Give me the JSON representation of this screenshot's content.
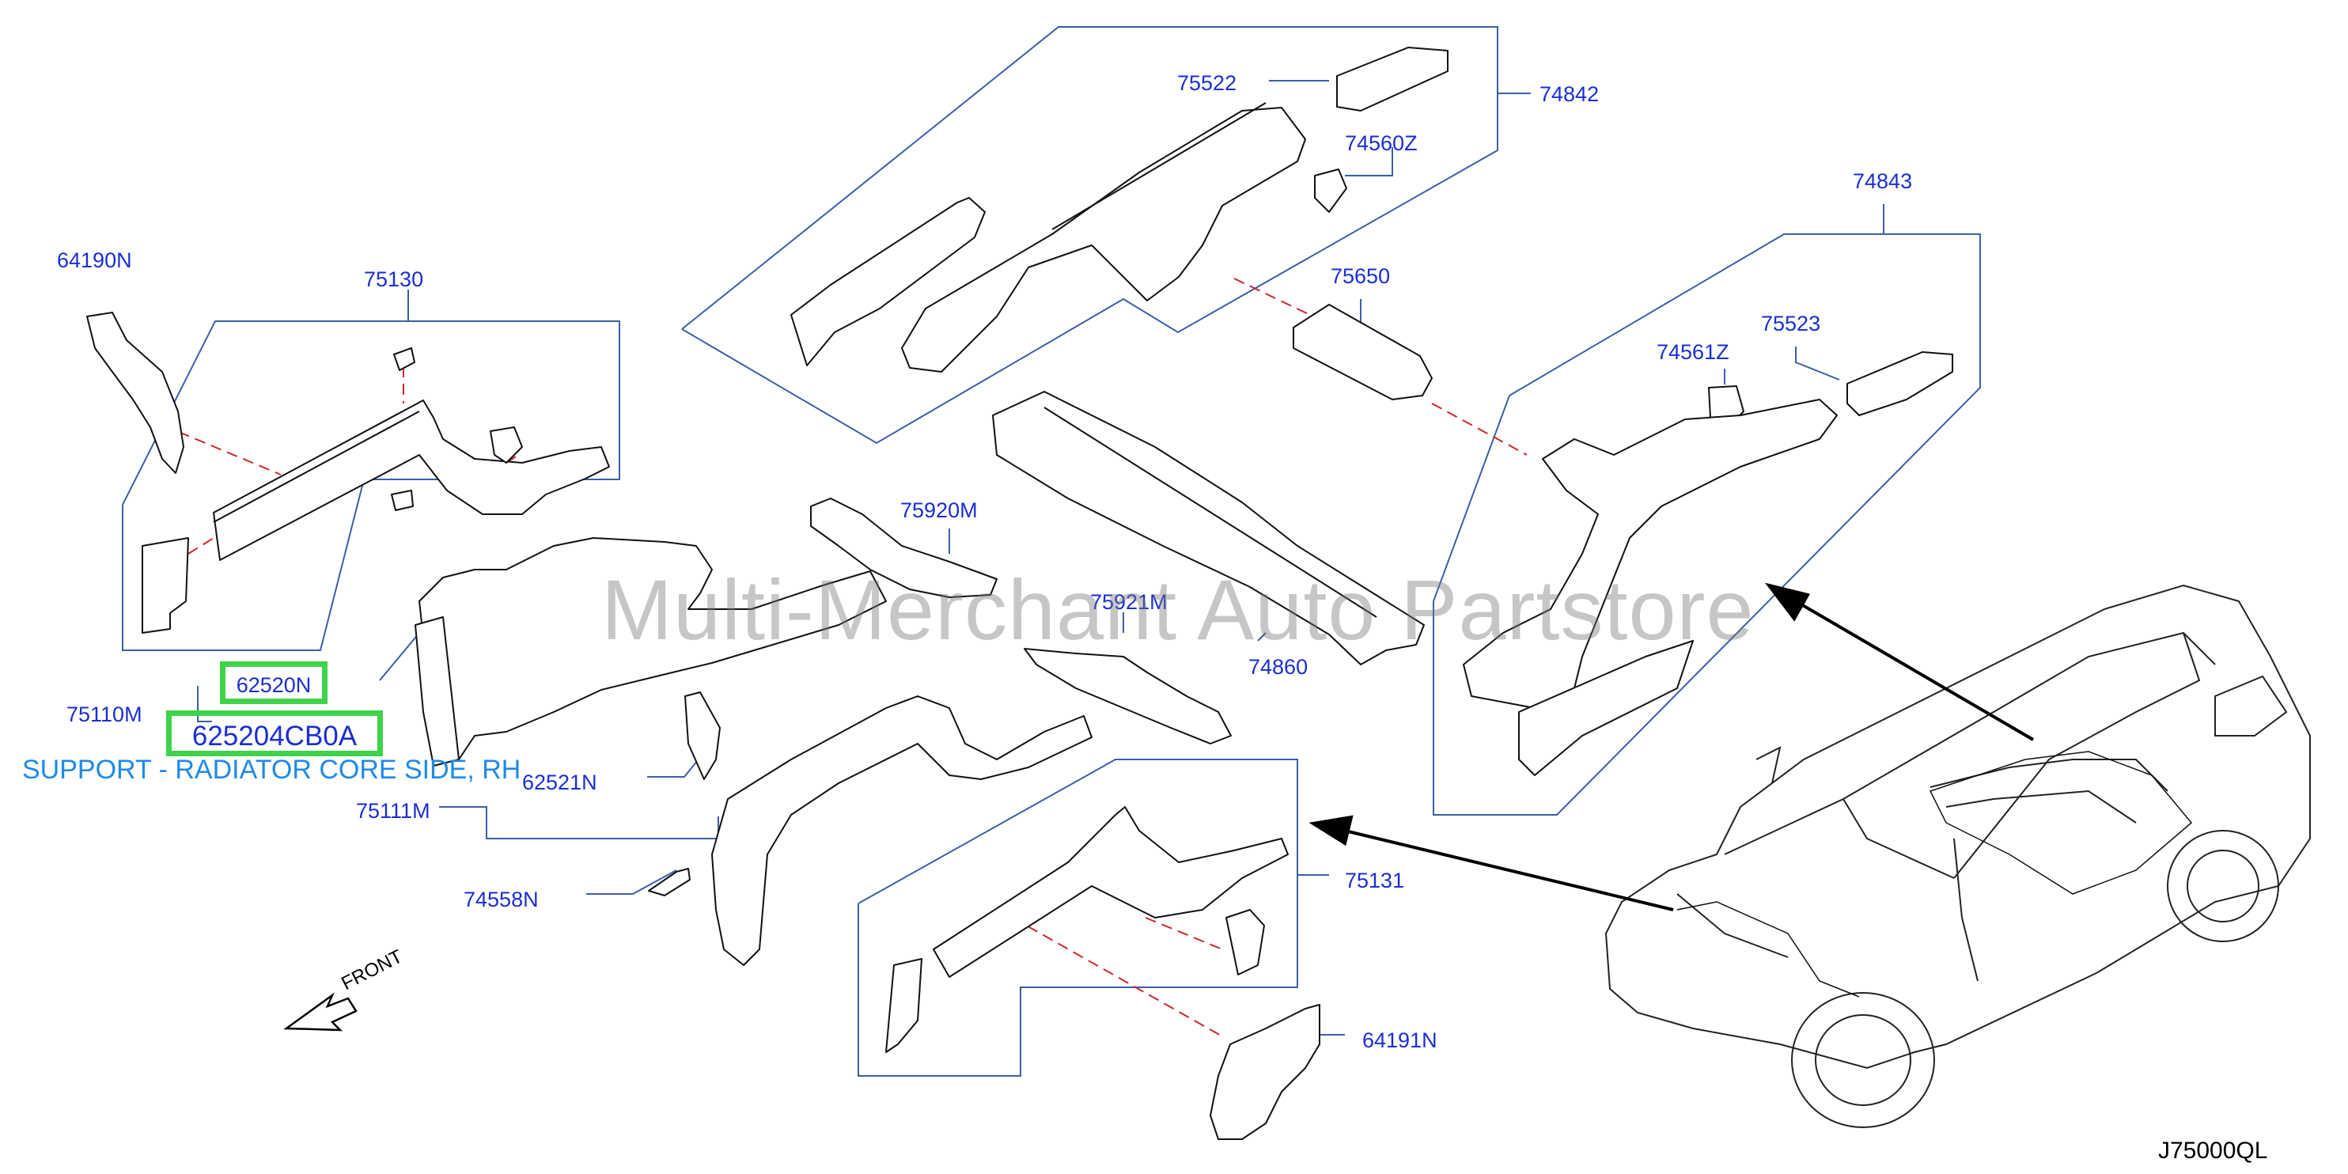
{
  "labels": {
    "p64190N": "64190N",
    "p75130": "75130",
    "p75522": "75522",
    "p74842": "74842",
    "p74560Z": "74560Z",
    "p74843": "74843",
    "p75650": "75650",
    "p75523": "75523",
    "p74561Z": "74561Z",
    "p75920M": "75920M",
    "p75921M": "75921M",
    "p74860": "74860",
    "p75110M": "75110M",
    "p62521N": "62521N",
    "p75111M": "75111M",
    "p74558N": "74558N",
    "p75131": "75131",
    "p64191N": "64191N"
  },
  "selected": {
    "group_label": "62520N",
    "part_number": "625204CB0A",
    "description": "SUPPORT - RADIATOR CORE SIDE, RH"
  },
  "watermark": "Multi-Merchant Auto Partstore",
  "front_label": "FRONT",
  "diagram_code": "J75000QL",
  "colors": {
    "label": "#1a2fd0",
    "highlight": "#3fd34a",
    "description": "#1e8ae8",
    "leader": "#3a5fa8",
    "phantom": "#d0262b"
  }
}
